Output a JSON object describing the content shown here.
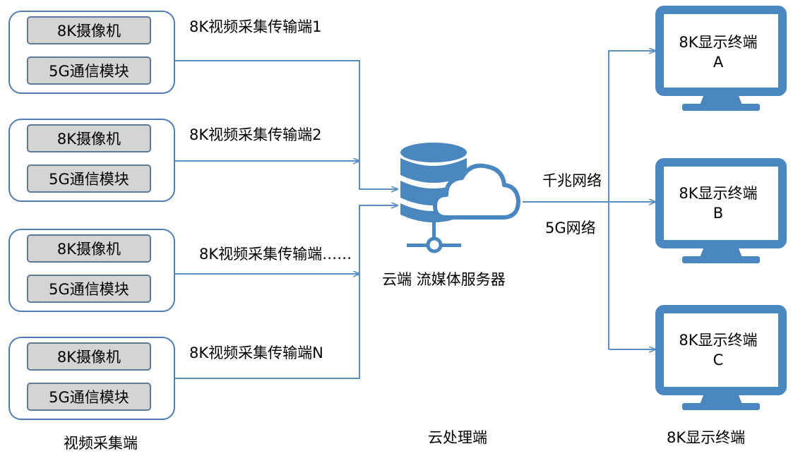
{
  "capture_units": [
    {
      "name": "8K视频采集传输端1",
      "camera": "8K摄像机",
      "module": "5G通信模块"
    },
    {
      "name": "8K视频采集传输端2",
      "camera": "8K摄像机",
      "module": "5G通信模块"
    },
    {
      "name": "8K视频采集传输端……",
      "camera": "8K摄像机",
      "module": "5G通信模块"
    },
    {
      "name": "8K视频采集传输端N",
      "camera": "8K摄像机",
      "module": "5G通信模块"
    }
  ],
  "server": {
    "label": "云端 流媒体服务器",
    "icon": "cloud-server-icon"
  },
  "network_labels": [
    "千兆网络",
    "5G网络"
  ],
  "displays": [
    {
      "line1": "8K显示终端",
      "line2": "A"
    },
    {
      "line1": "8K显示终端",
      "line2": "B"
    },
    {
      "line1": "8K显示终端",
      "line2": "C"
    }
  ],
  "sections": {
    "capture": "视频采集端",
    "cloud": "云处理端",
    "display": "8K显示终端"
  },
  "colors": {
    "line": "#5b8ec4",
    "monitor": "#4a86c0",
    "module_fill": "#d4d4d4",
    "group_border": "#4f7db1"
  }
}
